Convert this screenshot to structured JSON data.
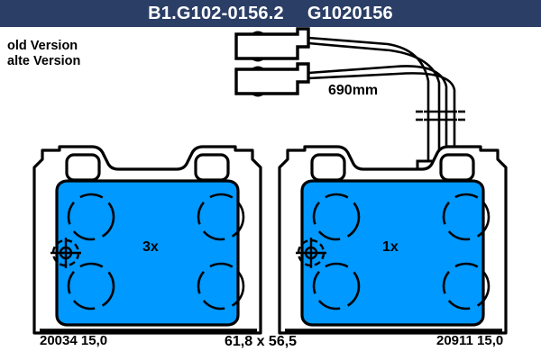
{
  "header": {
    "part_code": "B1.G102-0156.2",
    "reference_code": "G1020156",
    "background_color": "#2b3e66",
    "text_color": "#ffffff"
  },
  "version_note": {
    "line_en": "old Version",
    "line_de": "alte Version"
  },
  "sensor": {
    "length_label": "690mm",
    "connector_count": 2,
    "icon": "wear-sensor-connector"
  },
  "pads": [
    {
      "side": "left",
      "quantity_label": "3x",
      "part_number_label": "20034 15,0",
      "friction_color": "#0099ff",
      "has_sensor_wire": false,
      "bore_marks": 4,
      "target_icon": "target-crosshair-icon"
    },
    {
      "side": "right",
      "quantity_label": "1x",
      "part_number_label": "20911 15,0",
      "friction_color": "#0099ff",
      "has_sensor_wire": true,
      "bore_marks": 4,
      "target_icon": "target-crosshair-icon"
    }
  ],
  "dimensions": {
    "label": "61,8 x 56,5"
  },
  "colors": {
    "friction_blue": "#0099ff",
    "outline_black": "#000000",
    "header_navy": "#2b3e66",
    "sheet_white": "#ffffff"
  }
}
